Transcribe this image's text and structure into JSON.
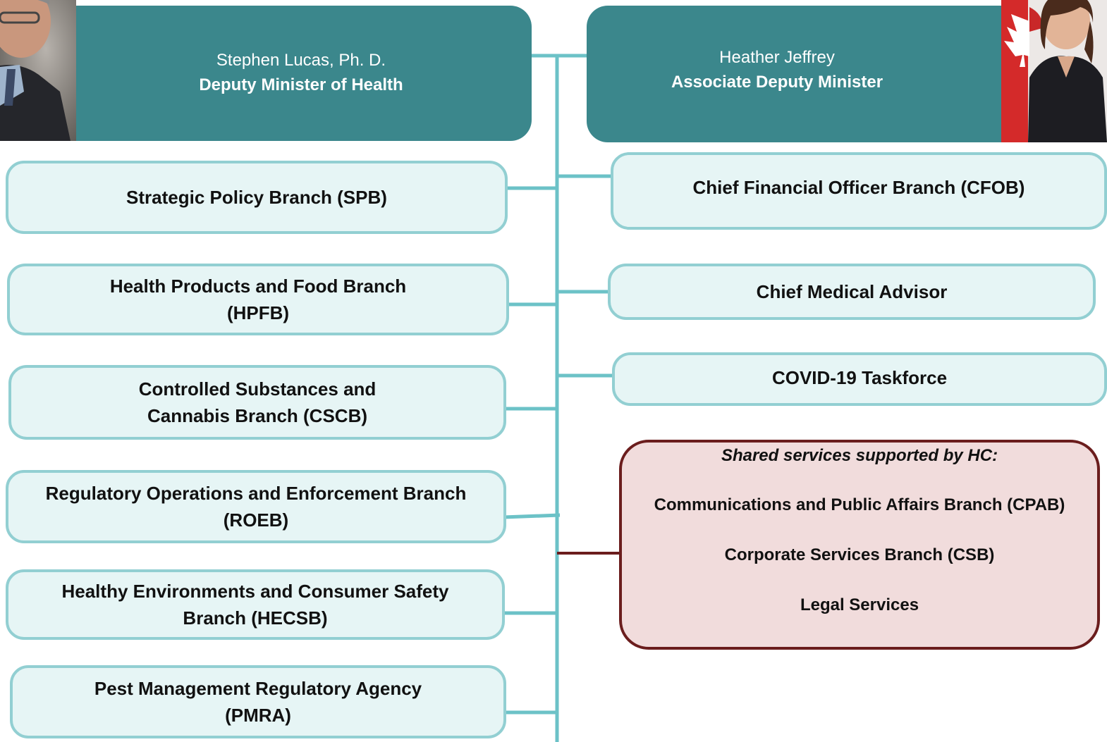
{
  "colors": {
    "spine": "#6cc2c7",
    "head_fill": "#3b878c",
    "branch_fill": "#e6f5f5",
    "branch_border": "#92cfd2",
    "shared_fill": "#f1dcdc",
    "shared_border": "#6b1d1d"
  },
  "deputy_minister": {
    "name": "Stephen Lucas, Ph. D.",
    "title": "Deputy Minister of Health",
    "photo_icon": "portrait-photo-man"
  },
  "associate_deputy": {
    "name": "Heather Jeffrey",
    "title": "Associate Deputy Minister",
    "photo_icon": "portrait-photo-woman-canada-flag"
  },
  "left_branches": [
    {
      "line1": "Strategic Policy Branch (SPB)",
      "line2": ""
    },
    {
      "line1": "Health Products and Food Branch",
      "line2": "(HPFB)"
    },
    {
      "line1": "Controlled Substances and",
      "line2": "Cannabis Branch (CSCB)"
    },
    {
      "line1": "Regulatory Operations and Enforcement Branch",
      "line2": "(ROEB)"
    },
    {
      "line1": "Healthy Environments and Consumer Safety",
      "line2": "Branch (HECSB)"
    },
    {
      "line1": "Pest Management Regulatory Agency",
      "line2": "(PMRA)"
    }
  ],
  "right_branches": [
    {
      "label": "Chief Financial Officer Branch (CFOB)"
    },
    {
      "label": "Chief Medical Advisor"
    },
    {
      "label": "COVID-19 Taskforce"
    }
  ],
  "shared_services": {
    "heading": "Shared services supported by HC:",
    "items": [
      "Communications and Public Affairs Branch (CPAB)",
      "Corporate Services Branch (CSB)",
      "Legal Services"
    ]
  }
}
